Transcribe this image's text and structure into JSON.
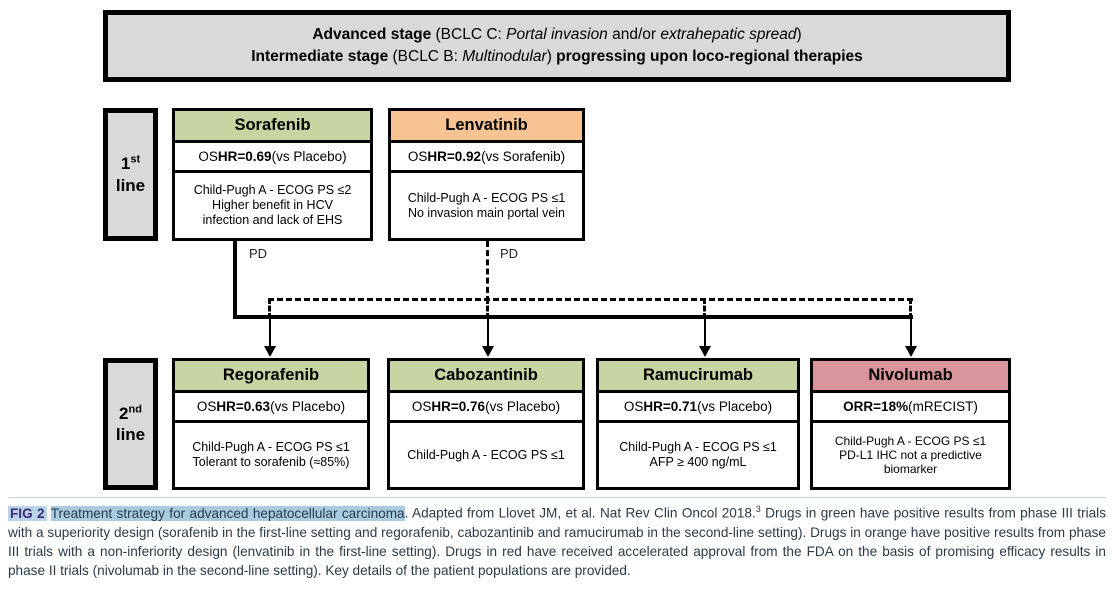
{
  "banner": {
    "line1_bold": "Advanced stage",
    "line1_rest_a": " (BCLC C: ",
    "line1_italic_a": "Portal invasion",
    "line1_rest_b": " and/or ",
    "line1_italic_b": "extrahepatic spread",
    "line1_rest_c": ")",
    "line2_bold": "Intermediate stage",
    "line2_rest_a": " (BCLC B: ",
    "line2_italic_a": "Multinodular",
    "line2_rest_b": ") ",
    "line2_bold_b": "progressing upon loco-regional therapies"
  },
  "lines": {
    "first": {
      "ordinal": "1",
      "sup": "st",
      "word": "line"
    },
    "second": {
      "ordinal": "2",
      "sup": "nd",
      "word": "line"
    }
  },
  "first_line_drugs": [
    {
      "name": "Sorafenib",
      "color": "green",
      "color_hex": "#c6d5a1",
      "stat_prefix": "OS ",
      "stat_bold": "HR=0.69",
      "stat_suffix": " (vs Placebo)",
      "detail": "Child-Pugh A - ECOG PS ≤2\nHigher benefit in HCV\ninfection and lack of EHS"
    },
    {
      "name": "Lenvatinib",
      "color": "orange",
      "color_hex": "#f8c392",
      "stat_prefix": "OS ",
      "stat_bold": "HR=0.92",
      "stat_suffix": " (vs Sorafenib)",
      "detail": "Child-Pugh A - ECOG PS ≤1\nNo invasion main portal vein"
    }
  ],
  "second_line_drugs": [
    {
      "name": "Regorafenib",
      "color": "green",
      "color_hex": "#c6d5a1",
      "stat_prefix": "OS ",
      "stat_bold": "HR=0.63",
      "stat_suffix": " (vs Placebo)",
      "detail": "Child-Pugh A - ECOG PS ≤1\nTolerant to sorafenib (≈85%)"
    },
    {
      "name": "Cabozantinib",
      "color": "green",
      "color_hex": "#c6d5a1",
      "stat_prefix": "OS ",
      "stat_bold": "HR=0.76",
      "stat_suffix": " (vs Placebo)",
      "detail": "Child-Pugh A - ECOG PS ≤1"
    },
    {
      "name": "Ramucirumab",
      "color": "green",
      "color_hex": "#c6d5a1",
      "stat_prefix": "OS ",
      "stat_bold": "HR=0.71",
      "stat_suffix": " (vs Placebo)",
      "detail": "Child-Pugh A - ECOG PS ≤1\nAFP ≥ 400 ng/mL"
    },
    {
      "name": "Nivolumab",
      "color": "red",
      "color_hex": "#d9959b",
      "stat_prefix": "",
      "stat_bold": "ORR=18%",
      "stat_suffix": " (mRECIST)",
      "detail": "Child-Pugh A - ECOG PS ≤1\nPD-L1 IHC not a predictive\nbiomarker"
    }
  ],
  "connectors": {
    "progression_label_sorafenib": "PD",
    "progression_label_lenvatinib": "PD"
  },
  "caption": {
    "fig_tag": "FIG 2",
    "highlighted_title": "Treatment strategy for advanced hepatocellular carcinoma",
    "body_part1": ". Adapted from Llovet JM, et al. Nat Rev Clin Oncol 2018.",
    "superscript": "3",
    "body_part2": " Drugs in green have positive results from phase III trials with a superiority design (sorafenib in the first-line setting and regorafenib, cabozantinib and ramucirumab in the second-line setting). Drugs in orange have positive results from phase III trials with a non-inferiority design (lenvatinib in the first-line setting). Drugs in red have received accelerated approval from the FDA on the basis of promising efficacy results in phase II trials (nivolumab in the second-line setting). Key details of the patient populations are provided."
  }
}
